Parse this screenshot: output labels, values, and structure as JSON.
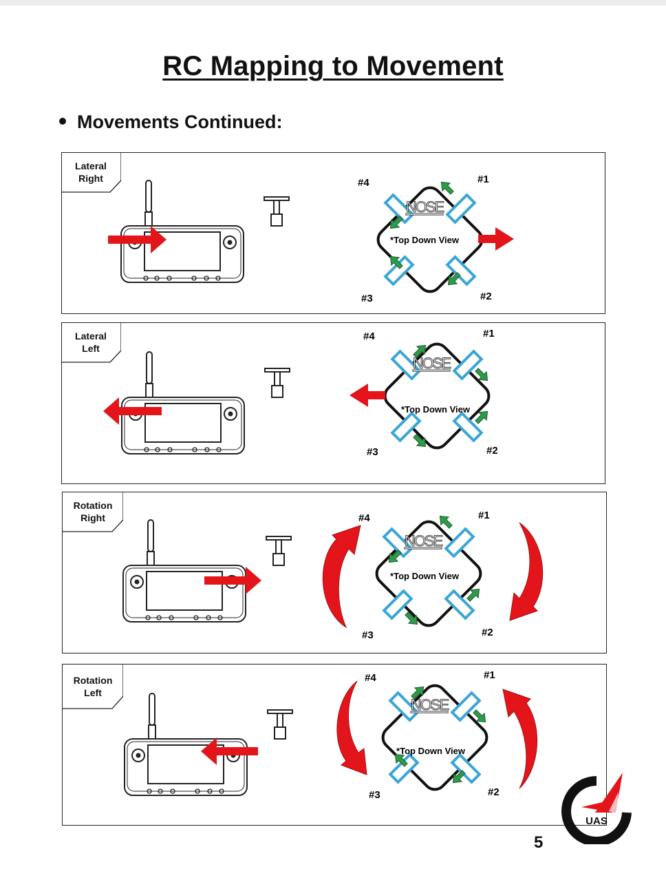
{
  "page": {
    "title": "RC Mapping to Movement",
    "bullet": "Movements Continued:",
    "page_number": "5"
  },
  "logo": {
    "text": "UAS"
  },
  "panels": [
    {
      "label_line1": "Lateral",
      "label_line2": "Right",
      "nose": "NOSE",
      "view": "*Top Down View",
      "m1": "#1",
      "m2": "#2",
      "m3": "#3",
      "m4": "#4"
    },
    {
      "label_line1": "Lateral",
      "label_line2": "Left",
      "nose": "NOSE",
      "view": "*Top Down View",
      "m1": "#1",
      "m2": "#2",
      "m3": "#3",
      "m4": "#4"
    },
    {
      "label_line1": "Rotation",
      "label_line2": "Right",
      "nose": "NOSE",
      "view": "*Top Down View",
      "m1": "#1",
      "m2": "#2",
      "m3": "#3",
      "m4": "#4"
    },
    {
      "label_line1": "Rotation",
      "label_line2": "Left",
      "nose": "NOSE",
      "view": "*Top Down View",
      "m1": "#1",
      "m2": "#2",
      "m3": "#3",
      "m4": "#4"
    }
  ],
  "colors": {
    "arrow_red": "#e3151a",
    "arrow_green": "#2e9b4a",
    "motor_blue": "#3aa6d6"
  }
}
